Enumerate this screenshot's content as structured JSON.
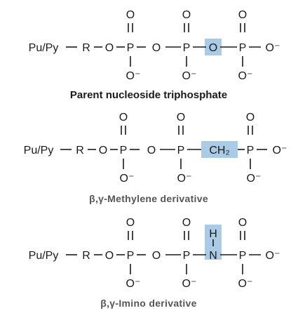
{
  "colors": {
    "highlight": "#a9cbe6",
    "ink": "#1a1a1a"
  },
  "structures": [
    {
      "substituent": "Pu/Py",
      "r_group": "R",
      "bridge_ester": "O",
      "phosphorus": "P",
      "bridge_1": "O",
      "highlighted_bridge": "O",
      "terminal_charge": "O⁻",
      "oxo": "O",
      "oxyanion": "O⁻",
      "caption": "Parent nucleoside triphosphate"
    },
    {
      "substituent": "Pu/Py",
      "r_group": "R",
      "bridge_ester": "O",
      "phosphorus": "P",
      "bridge_1": "O",
      "highlighted_bridge": "CH₂",
      "terminal_charge": "O⁻",
      "oxo": "O",
      "oxyanion": "O⁻",
      "caption": "β,γ-Methylene derivative"
    },
    {
      "substituent": "Pu/Py",
      "r_group": "R",
      "bridge_ester": "O",
      "phosphorus": "P",
      "bridge_1": "O",
      "highlighted_bridge": "N",
      "highlighted_substituent": "H",
      "terminal_charge": "O⁻",
      "oxo": "O",
      "oxyanion": "O⁻",
      "caption": "β,γ-Imino derivative"
    }
  ]
}
